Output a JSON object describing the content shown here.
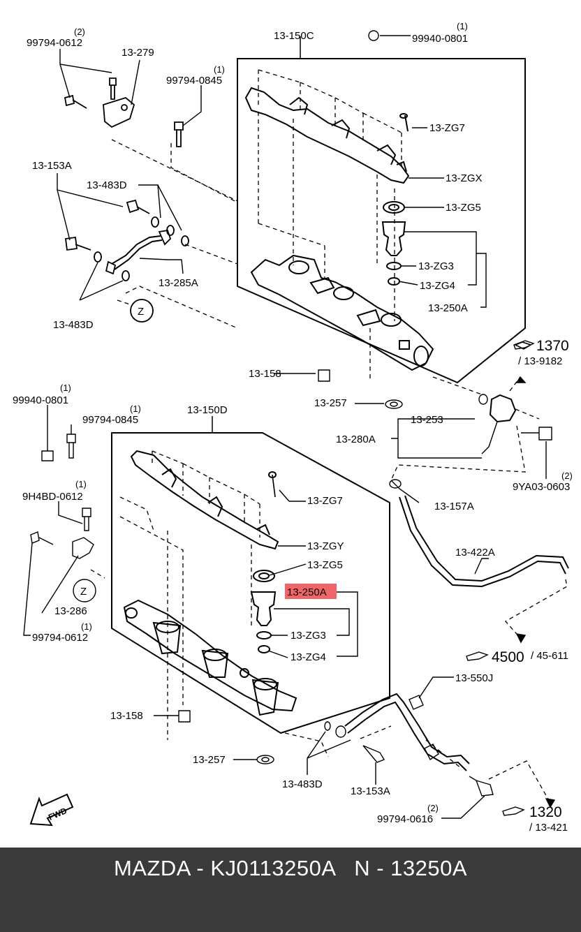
{
  "labels": {
    "l_13_150C": "13-150C",
    "l_99940_0801_a": "99940-0801",
    "q_99940_0801_a": "(1)",
    "l_99794_0612_a": "99794-0612",
    "q_99794_0612_a": "(2)",
    "l_13_279": "13-279",
    "l_99794_0845_a": "99794-0845",
    "q_99794_0845_a": "(1)",
    "l_13_ZG7_a": "13-ZG7",
    "l_13_ZGX": "13-ZGX",
    "l_13_ZG5_a": "13-ZG5",
    "l_13_153A_a": "13-153A",
    "l_13_483D_a": "13-483D",
    "l_13_ZG3_a": "13-ZG3",
    "l_13_285A": "13-285A",
    "l_13_ZG4_a": "13-ZG4",
    "l_13_250A_a": "13-250A",
    "l_13_483D_b": "13-483D",
    "l_Z_a": "Z",
    "l_1370": "1370",
    "l_13_9182": "/ 13-9182",
    "l_13_158_a": "13-158",
    "l_13_257_a": "13-257",
    "l_99940_0801_b": "99940-0801",
    "q_99940_0801_b": "(1)",
    "l_99794_0845_b": "99794-0845",
    "q_99794_0845_b": "(1)",
    "l_13_150D": "13-150D",
    "l_13_253": "13-253",
    "l_13_280A": "13-280A",
    "l_9YA03_0603": "9YA03-0603",
    "q_9YA03_0603": "(2)",
    "l_9H4BD_0612": "9H4BD-0612",
    "q_9H4BD_0612": "(1)",
    "l_13_ZG7_b": "13-ZG7",
    "l_13_157A": "13-157A",
    "l_13_ZGY": "13-ZGY",
    "l_13_422A": "13-422A",
    "l_13_ZG5_b": "13-ZG5",
    "l_Z_b": "Z",
    "l_13_250A_b": "13-250A",
    "l_13_286": "13-286",
    "l_99794_0612_b": "99794-0612",
    "q_99794_0612_b": "(1)",
    "l_13_ZG3_b": "13-ZG3",
    "l_13_ZG4_b": "13-ZG4",
    "l_4500": "4500",
    "l_45_611": "/ 45-611",
    "l_13_550J": "13-550J",
    "l_13_158_b": "13-158",
    "l_13_257_b": "13-257",
    "l_13_483D_c": "13-483D",
    "l_13_153A_b": "13-153A",
    "l_99794_0616": "99794-0616",
    "q_99794_0616": "(2)",
    "l_1320": "1320",
    "l_13_421": "/ 13-421",
    "l_FWD": "FWD"
  },
  "highlight_color": "#f06666",
  "footer": {
    "text": "MAZDA - KJ0113250A   N - 13250A"
  }
}
